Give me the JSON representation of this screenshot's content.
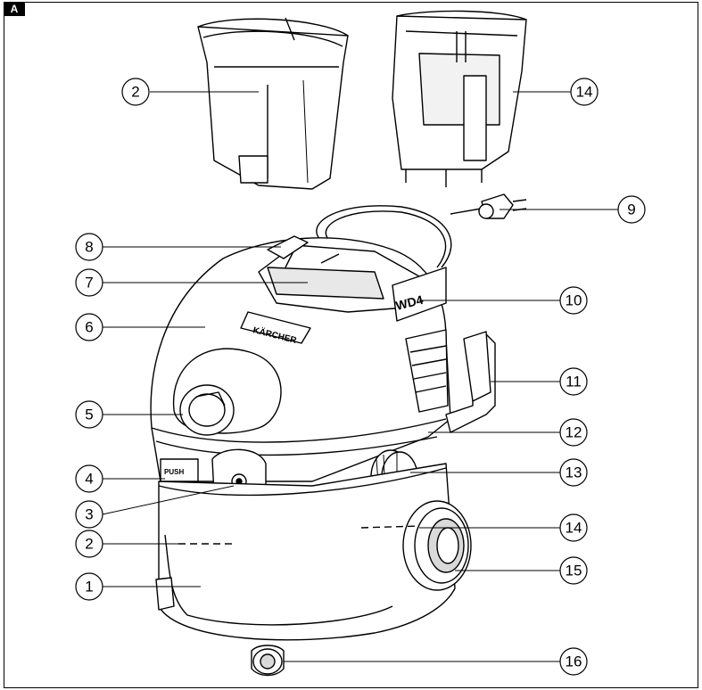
{
  "figure": {
    "tag": "A",
    "brand_text": "KÄRCHER",
    "push_text": "PUSH",
    "model_text": "WD4",
    "callouts": [
      "2",
      "14",
      "9",
      "8",
      "7",
      "10",
      "6",
      "11",
      "5",
      "12",
      "4",
      "13",
      "3",
      "2",
      "14",
      "1",
      "15",
      "16"
    ]
  },
  "colors": {
    "line": "#000000",
    "fill_light": "#ffffff",
    "fill_shade": "#d9d9d9",
    "fill_dark": "#9a9a9a"
  }
}
